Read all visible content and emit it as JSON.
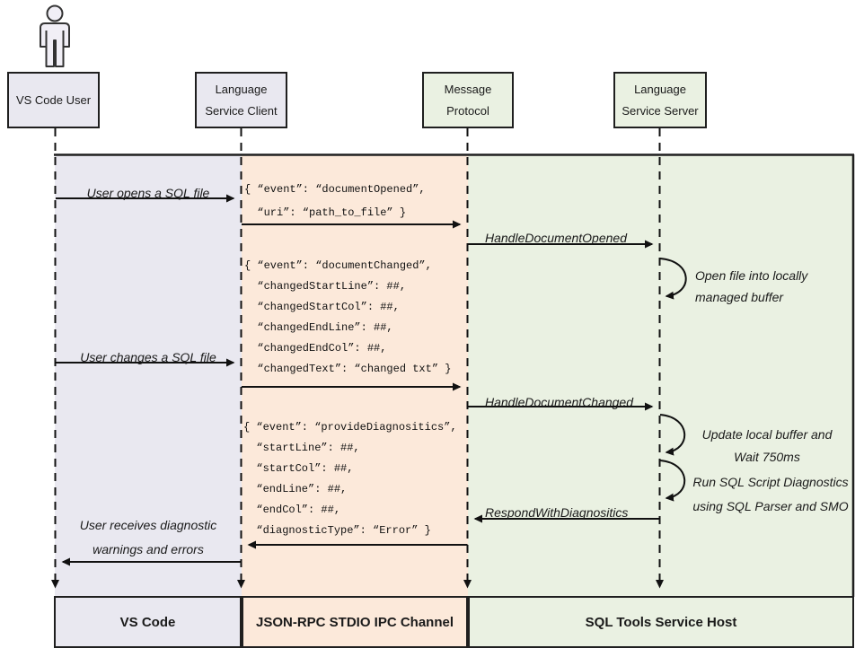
{
  "colors": {
    "lavender": "#e9e8f0",
    "peach": "#fce9da",
    "green": "#eaf1e2",
    "line": "#1a1a1a"
  },
  "actors": [
    {
      "id": "vscode-user",
      "lines": [
        "VS Code User",
        ""
      ]
    },
    {
      "id": "language-service-client",
      "lines": [
        "Language",
        "Service Client"
      ]
    },
    {
      "id": "message-protocol",
      "lines": [
        "Message",
        "Protocol"
      ]
    },
    {
      "id": "language-service-server",
      "lines": [
        "Language",
        "Service Server"
      ]
    }
  ],
  "labels": {
    "user_opens": "User opens a SQL file",
    "user_changes": "User changes a SQL file",
    "user_receives_1": "User receives diagnostic",
    "user_receives_2": "warnings and errors",
    "handle_opened": "HandleDocumentOpened",
    "handle_changed": "HandleDocumentChanged",
    "respond": "RespondWithDiagnositics",
    "open_file_1": "Open file into locally",
    "open_file_2": "managed buffer",
    "update_1": "Update local buffer and",
    "update_2": "Wait 750ms",
    "run_1": "Run SQL Script Diagnostics",
    "run_2": "using SQL Parser and SMO"
  },
  "payloads": [
    {
      "lines": [
        "{ “event”: “documentOpened”,",
        "  “uri”: “path_to_file” }"
      ]
    },
    {
      "lines": [
        "{ “event”: “documentChanged”,",
        "  “changedStartLine”: ##,",
        "  “changedStartCol”: ##,",
        "  “changedEndLine”: ##,",
        "  “changedEndCol”: ##,",
        "  “changedText”: “changed txt” }"
      ]
    },
    {
      "lines": [
        "{ “event”: “provideDiagnositics”,",
        "  “startLine”: ##,",
        "  “startCol”: ##,",
        "  “endLine”: ##,",
        "  “endCol”: ##,",
        "  “diagnosticType”: “Error” }"
      ]
    }
  ],
  "lanes": [
    {
      "label": "VS Code"
    },
    {
      "label": "JSON-RPC STDIO IPC Channel"
    },
    {
      "label": "SQL Tools Service Host"
    }
  ]
}
